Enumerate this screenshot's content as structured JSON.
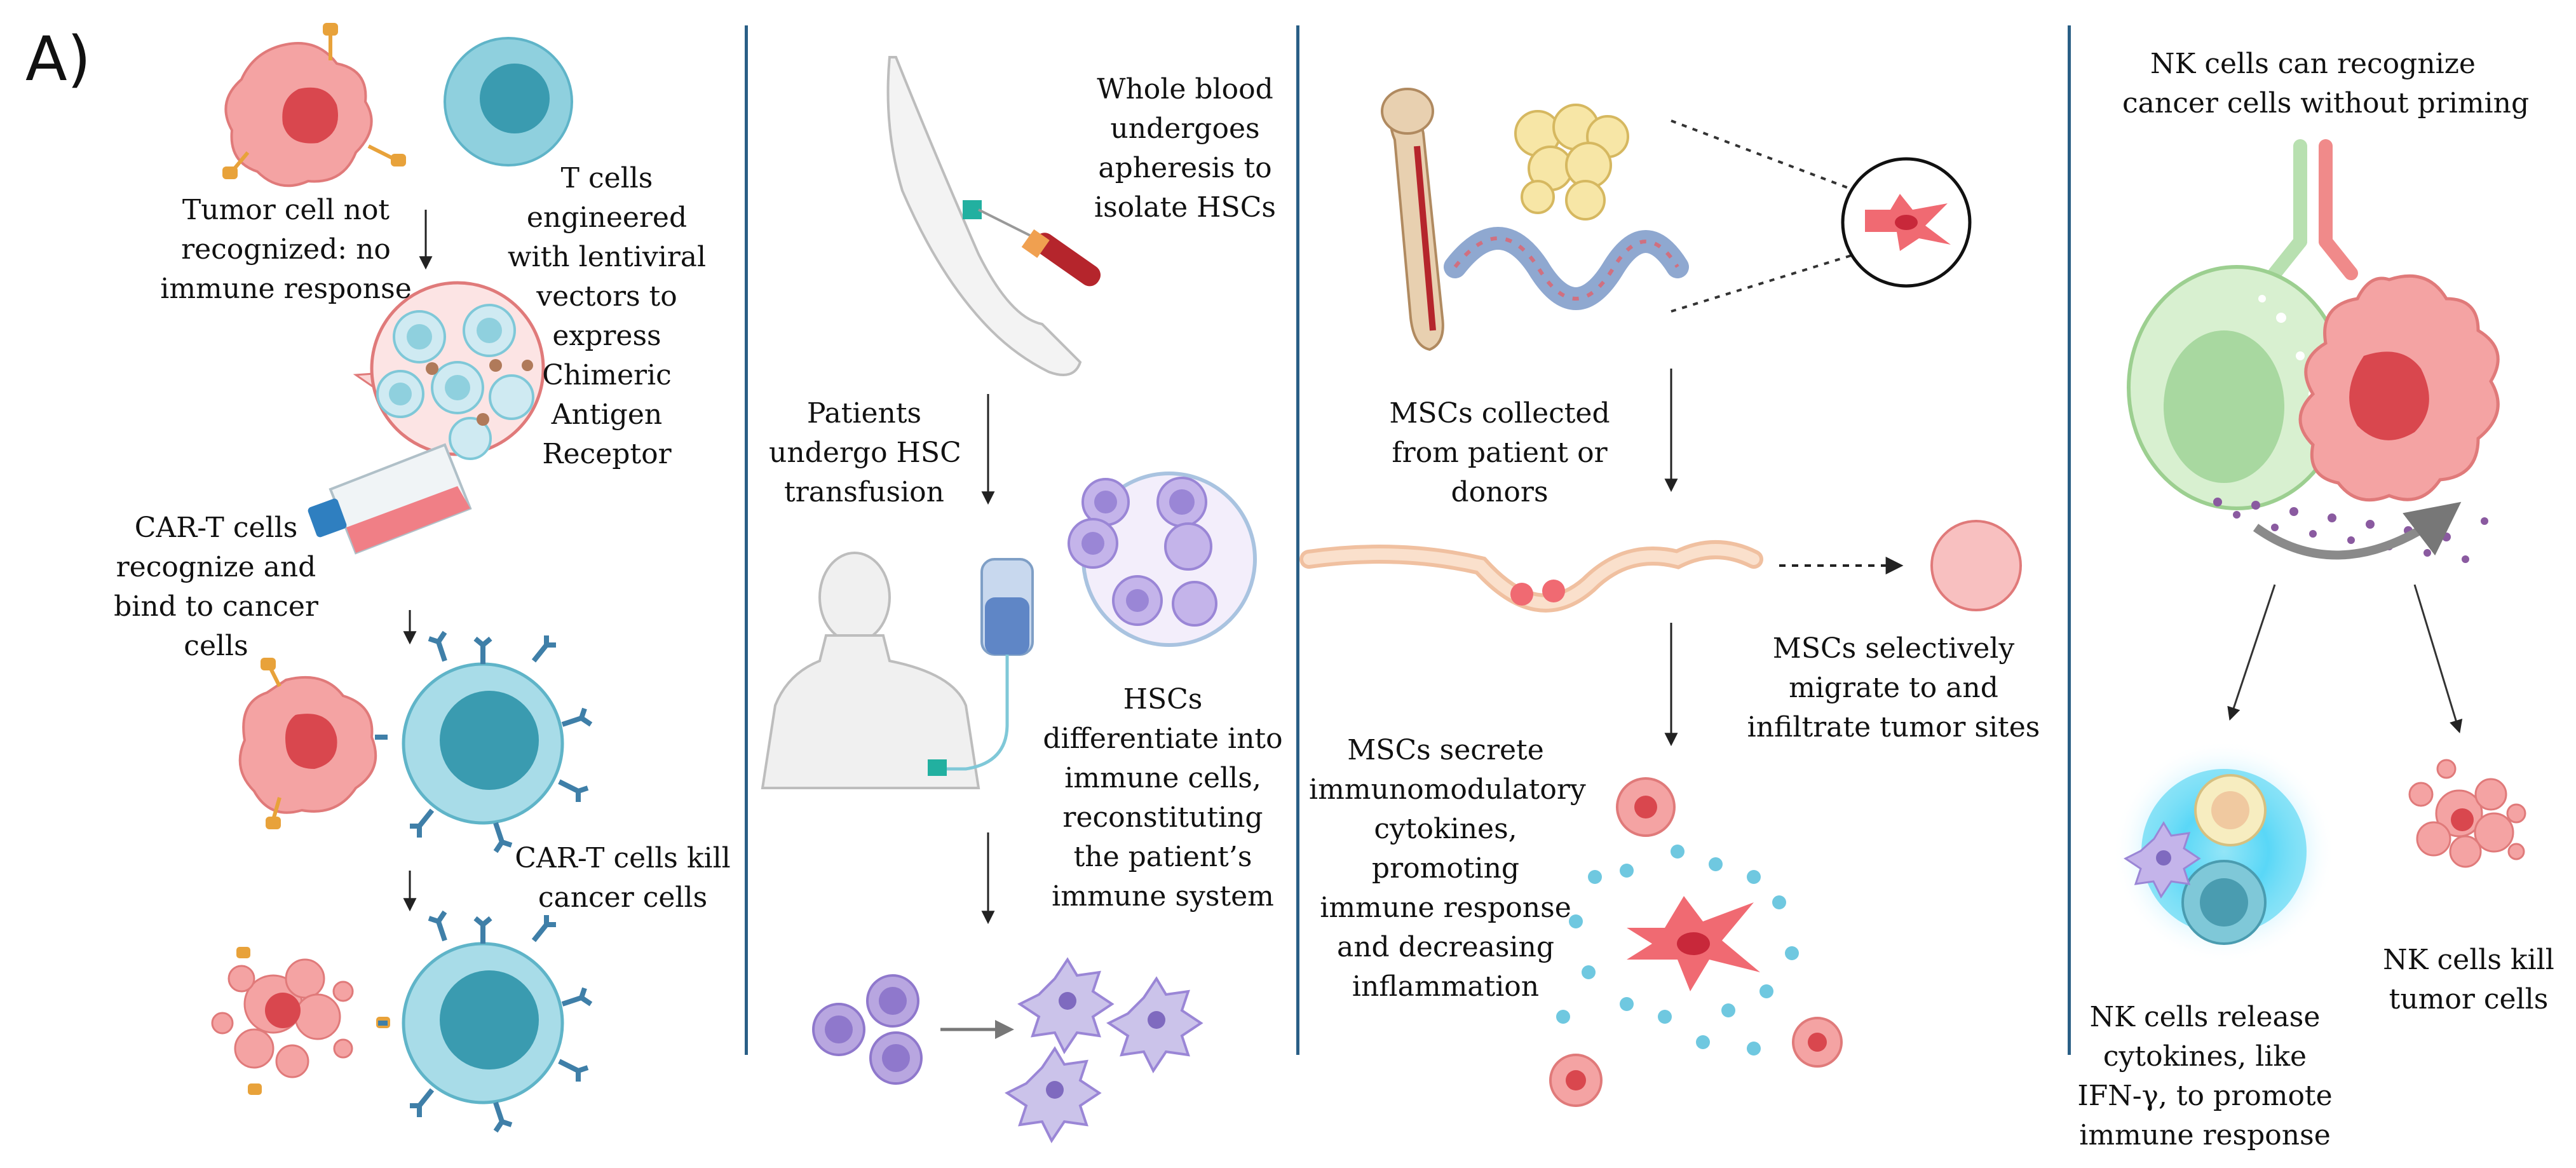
{
  "panel_label": "A)",
  "colors": {
    "divider": "#2a5f86",
    "tumor_cell": "#f08a8a",
    "tumor_nucleus": "#d94a4a",
    "t_cell": "#7fc8d8",
    "t_cell_nucleus": "#3a9bb0",
    "receptor": "#e8a23a",
    "car_receptor": "#3f7fa8",
    "hsc_cell": "#b8a6e0",
    "nk_cell": "#c8eac0",
    "msc_cell": "#e8505a"
  },
  "sections": {
    "car_t": {
      "tumor_not_recognized": [
        "Tumor cell not",
        "recognized: no",
        "immune response"
      ],
      "t_cells_engineered": [
        "T cells",
        "engineered",
        "with lentiviral",
        "vectors to",
        "express",
        "Chimeric",
        "Antigen",
        "Receptor"
      ],
      "car_t_recognize": [
        "CAR-T cells",
        "recognize and",
        "bind to cancer",
        "cells"
      ],
      "car_t_kill": [
        "CAR-T cells kill",
        "cancer  cells"
      ]
    },
    "hsc": {
      "whole_blood": [
        "Whole blood",
        "undergoes",
        "apheresis to",
        "isolate HSCs"
      ],
      "transfusion": [
        "Patients",
        "undergo HSC",
        "transfusion"
      ],
      "differentiate": [
        "HSCs",
        "differentiate into",
        "immune cells,",
        "reconstituting",
        "the patient’s",
        "immune system"
      ]
    },
    "msc": {
      "collected": [
        "MSCs collected",
        "from patient or",
        "donors"
      ],
      "migrate": [
        "MSCs selectively",
        "migrate to and",
        "infiltrate tumor sites"
      ],
      "secrete": [
        "MSCs secrete",
        "immunomodulatory",
        "cytokines,",
        "promoting",
        "immune response",
        "and decreasing",
        "inflammation"
      ]
    },
    "nk": {
      "recognize": [
        "NK cells can recognize",
        "cancer cells without priming"
      ],
      "release": [
        "NK cells release",
        "cytokines, like",
        "IFN-γ, to promote",
        "immune response"
      ],
      "kill": [
        "NK cells kill",
        "tumor cells"
      ]
    }
  }
}
